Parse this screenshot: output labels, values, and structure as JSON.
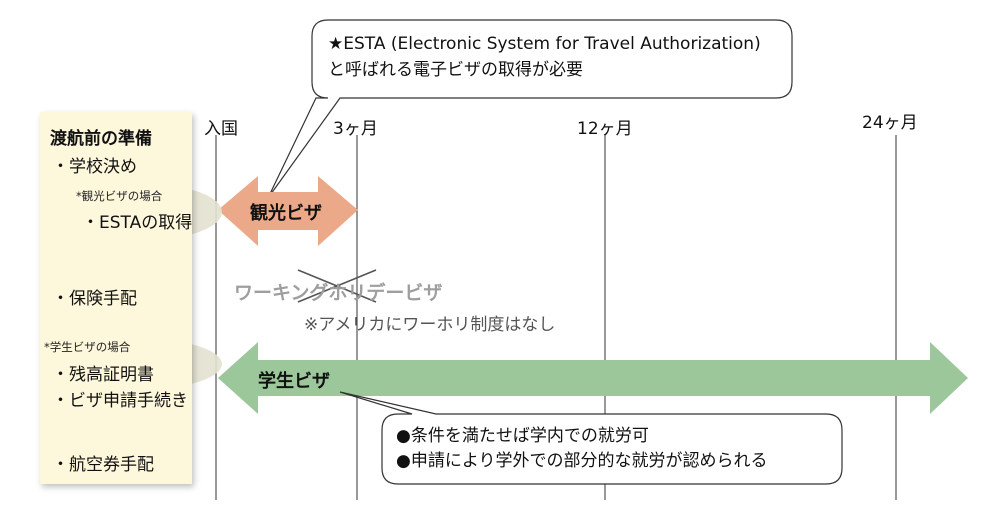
{
  "callout_esta": {
    "line1": "★ESTA (Electronic System for Travel Authorization)",
    "line2": "と呼ばれる電子ビザの取得が必要"
  },
  "timeline": {
    "ticks": [
      {
        "label": "入国"
      },
      {
        "label": "3ヶ月"
      },
      {
        "label": "12ヶ月"
      },
      {
        "label": "24ヶ月"
      }
    ]
  },
  "preparation": {
    "title": "渡航前の準備",
    "item_school": "・学校決め",
    "note_tourist": "*観光ビザの場合",
    "item_esta": "・ESTAの取得",
    "item_insurance": "・保険手配",
    "note_student": "*学生ビザの場合",
    "item_balance": "・残高証明書",
    "item_visa": "・ビザ申請手続き",
    "item_flight": "・航空券手配"
  },
  "tourist_visa": {
    "label": "観光ビザ",
    "color": "#eba98a"
  },
  "working_holiday": {
    "label": "ワーキングホリデービザ",
    "note": "※アメリカにワーホリ制度はなし"
  },
  "student_visa": {
    "label": "学生ビザ",
    "color": "#9cc79a"
  },
  "callout_student": {
    "line1": "●条件を満たせば学内での就労可",
    "line2": "●申請により学外での部分的な就労が認められる"
  }
}
